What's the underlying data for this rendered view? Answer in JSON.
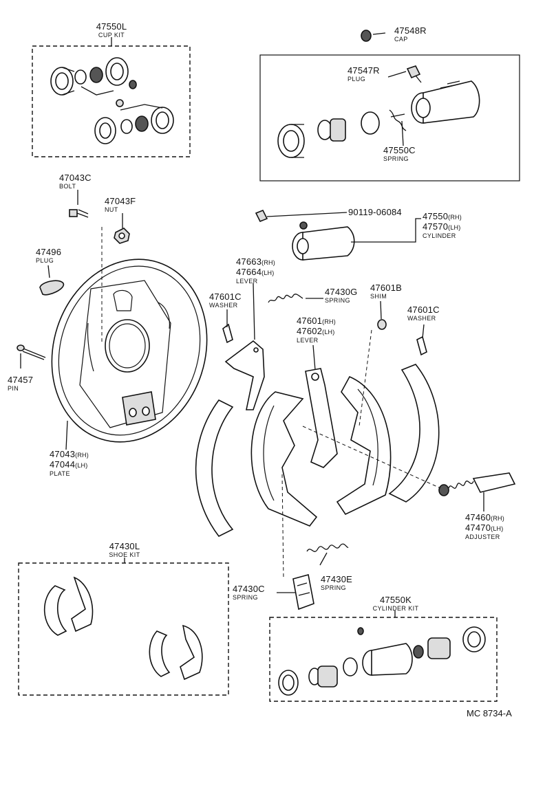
{
  "diagram_id": "MC 8734-A",
  "parts": {
    "p47550L": {
      "num": "47550L",
      "name": "CUP KIT"
    },
    "p47548R": {
      "num": "47548R",
      "name": "CAP"
    },
    "p47547R": {
      "num": "47547R",
      "name": "PLUG"
    },
    "p47550C": {
      "num": "47550C",
      "name": "SPRING"
    },
    "p47043C": {
      "num": "47043C",
      "name": "BOLT"
    },
    "p47043F": {
      "num": "47043F",
      "name": "NUT"
    },
    "p90119": {
      "num": "90119-06084"
    },
    "p47550": {
      "num": "47550",
      "num_lh": "47570",
      "rh": "(RH)",
      "lh": "(LH)",
      "name": "CYLINDER"
    },
    "p47496": {
      "num": "47496",
      "name": "PLUG"
    },
    "p47663": {
      "num": "47663",
      "num_lh": "47664",
      "rh": "(RH)",
      "lh": "(LH)",
      "name": "LEVER"
    },
    "p47430G": {
      "num": "47430G",
      "name": "SPRING"
    },
    "p47601B": {
      "num": "47601B",
      "name": "SHIM"
    },
    "p47601C_left": {
      "num": "47601C",
      "name": "WASHER"
    },
    "p47601C_right": {
      "num": "47601C",
      "name": "WASHER"
    },
    "p47601": {
      "num": "47601",
      "num_lh": "47602",
      "rh": "(RH)",
      "lh": "(LH)",
      "name": "LEVER"
    },
    "p47457": {
      "num": "47457",
      "name": "PIN"
    },
    "p47043": {
      "num": "47043",
      "num_lh": "47044",
      "rh": "(RH)",
      "lh": "(LH)",
      "name": "PLATE"
    },
    "p47460": {
      "num": "47460",
      "num_lh": "47470",
      "rh": "(RH)",
      "lh": "(LH)",
      "name": "ADJUSTER"
    },
    "p47430L": {
      "num": "47430L",
      "name": "SHOE KIT"
    },
    "p47430E": {
      "num": "47430E",
      "name": "SPRING"
    },
    "p47430C": {
      "num": "47430C",
      "name": "SPRING"
    },
    "p47550K": {
      "num": "47550K",
      "name": "CYLINDER KIT"
    }
  }
}
